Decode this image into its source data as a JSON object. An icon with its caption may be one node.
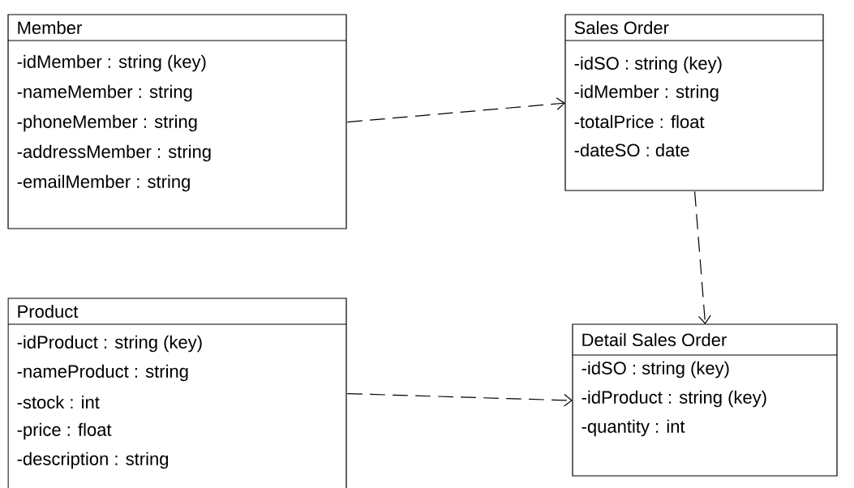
{
  "diagram": {
    "nodes": [
      {
        "text": [
          "Member",
          "-idMember : string (key)",
          "-nameMember : string",
          "-phoneMember : string",
          "-addressMember : string",
          "-emailMember : string"
        ]
      },
      {
        "text": [
          "Sales Order",
          "-idSO : string (key)",
          "-idMember : string",
          "-totalPrice : float",
          "-dateSO : date"
        ]
      },
      {
        "text": [
          "Product",
          "-idProduct : string (key)",
          "-nameProduct : string",
          "-stock : int",
          "-price : float",
          "-description : string"
        ]
      },
      {
        "text": [
          "Detail Sales Order",
          "-idSO : string (key)",
          "-idProduct : string (key)",
          "-quantity : int"
        ]
      }
    ],
    "edges": [
      {
        "from": 0,
        "to": 1,
        "arrow": "to",
        "style": "dashed"
      },
      {
        "from": 1,
        "to": 3,
        "arrow": "to",
        "style": "dashed"
      },
      {
        "from": 2,
        "to": 3,
        "arrow": "to",
        "style": "dashed"
      }
    ]
  }
}
